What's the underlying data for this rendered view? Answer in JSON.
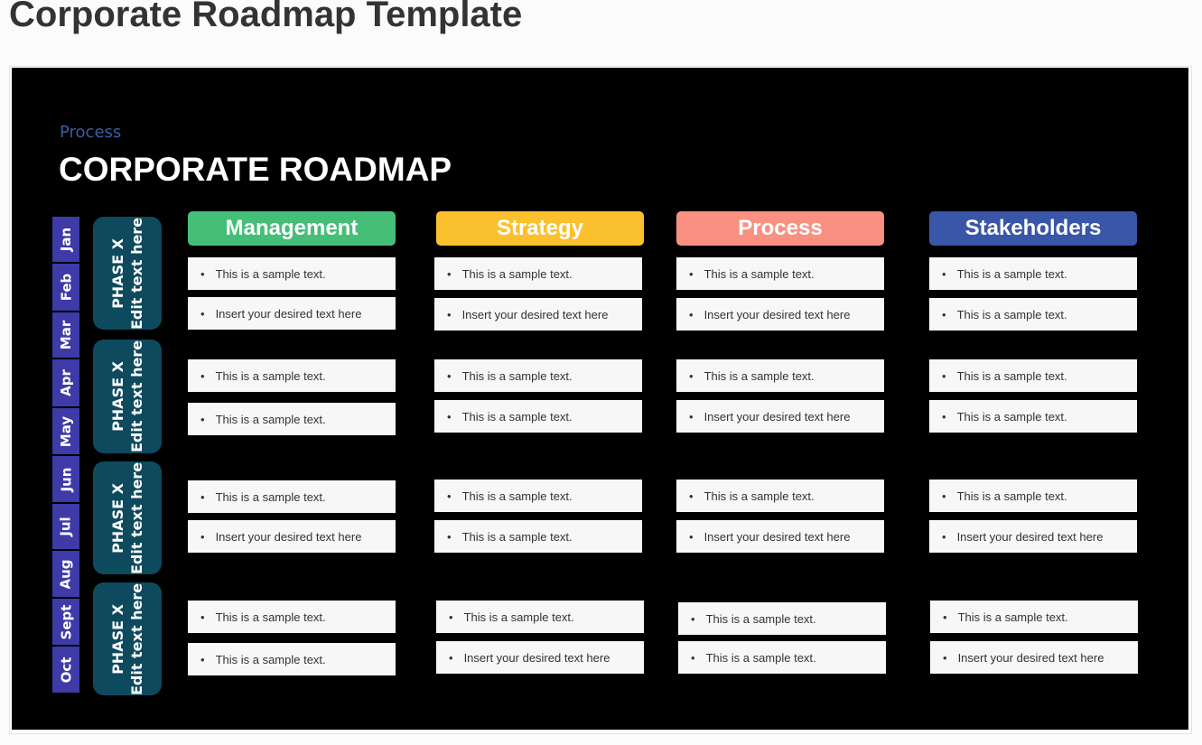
{
  "page": {
    "title": "Corporate Roadmap Template"
  },
  "slide": {
    "kicker": "Process",
    "heading": "CORPORATE ROADMAP",
    "months": [
      "Jan",
      "Feb",
      "Mar",
      "Apr",
      "May",
      "Jun",
      "Jul",
      "Aug",
      "Sept",
      "Oct"
    ],
    "phases": [
      {
        "line1": "PHASE X",
        "line2": "Edit text here"
      },
      {
        "line1": "PHASE X",
        "line2": "Edit text here"
      },
      {
        "line1": "PHASE X",
        "line2": "Edit text here"
      },
      {
        "line1": "PHASE X",
        "line2": "Edit text here"
      }
    ],
    "columns": [
      {
        "label": "Management",
        "color": "#45be78",
        "items": [
          "This is a sample text.",
          "Insert your desired text here",
          "This is a sample text.",
          "This is a sample text.",
          "This is a sample text.",
          "Insert your desired text here",
          "This is a sample text.",
          "This is a sample text."
        ]
      },
      {
        "label": "Strategy",
        "color": "#fbc02d",
        "items": [
          "This is a sample text.",
          "Insert your desired text here",
          "This is a sample text.",
          "This is a sample text.",
          "This is a sample text.",
          "This is a sample text.",
          "This is a sample text.",
          "Insert your desired text here"
        ]
      },
      {
        "label": "Process",
        "color": "#f99082",
        "items": [
          "This is a sample text.",
          "Insert your desired text here",
          "This is a sample text.",
          "Insert your desired text here",
          "This is a sample text.",
          "Insert your desired text here",
          "This is a sample text.",
          "This is a sample text."
        ]
      },
      {
        "label": "Stakeholders",
        "color": "#3a56a8",
        "items": [
          "This is a sample text.",
          "This is a sample text.",
          "This is a sample text.",
          "This is a sample text.",
          "This is a sample text.",
          "Insert your desired text here",
          "This is a sample text.",
          "Insert your desired text here"
        ]
      }
    ],
    "colors": {
      "month_bg": "#3e3aa8",
      "phase_bg": "#0e4a5e",
      "slide_bg": "#000000",
      "kicker": "#3a5f9e"
    }
  }
}
